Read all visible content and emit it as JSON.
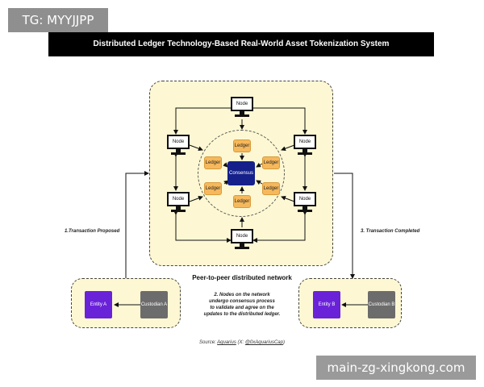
{
  "watermarks": {
    "top": "TG: MYYJJPP",
    "bottom": "main-zg-xingkong.com"
  },
  "title": "Distributed Ledger Technology-Based Real-World Asset Tokenization System",
  "network": {
    "label": "Peer-to-peer distributed network",
    "node_label": "Node",
    "ledger_label": "Ledger",
    "consensus_label": "Consensus"
  },
  "entities": {
    "entity_a": "Entity A",
    "custodian_a": "Custodian A",
    "entity_b": "Entity B",
    "custodian_b": "Custodian B"
  },
  "steps": {
    "step1": "1.Transaction Proposed",
    "step2_lines": [
      "2. Nodes on the network",
      "undergo consensus process",
      "to validate and agree on the",
      "updates to the distributed ledger."
    ],
    "step3": "3. Transaction Completed"
  },
  "source": {
    "prefix": "Source: ",
    "author": "Aquarius",
    "mid": " (X: ",
    "handle": "@0xAquariusCap",
    "suffix": ")"
  },
  "colors": {
    "panel": "#fdf8d3",
    "ledger": "#f6b85c",
    "consensus": "#15208a",
    "entity": "#6a22d8",
    "custodian": "#6c6c6c"
  }
}
